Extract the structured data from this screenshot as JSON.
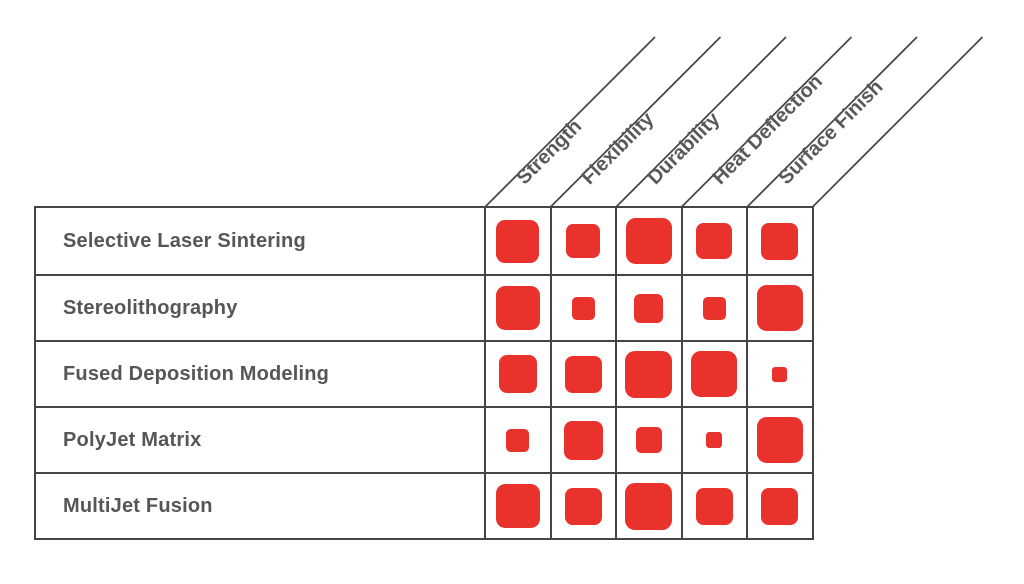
{
  "chart_data": {
    "type": "heatmap",
    "subtype": "size-encoded-matrix",
    "title": "",
    "rows": [
      "Selective Laser Sintering",
      "Stereolithography",
      "Fused Deposition Modeling",
      "PolyJet Matrix",
      "MultiJet Fusion"
    ],
    "columns": [
      "Strength",
      "Flexibility",
      "Durability",
      "Heat Deflection",
      "Surface Finish"
    ],
    "ratings_scale": "1 (smallest square) to 5 (largest square)",
    "ratings": [
      [
        5,
        4,
        5,
        4,
        4
      ],
      [
        5,
        2,
        3,
        2,
        5
      ],
      [
        4,
        4,
        5,
        5,
        1
      ],
      [
        2,
        4,
        2,
        1,
        5
      ],
      [
        5,
        4,
        5,
        4,
        4
      ]
    ],
    "marker_sizes_px": [
      [
        43,
        34,
        46,
        36,
        37
      ],
      [
        44,
        23,
        29,
        23,
        46
      ],
      [
        38,
        37,
        47,
        46,
        15
      ],
      [
        23,
        39,
        26,
        16,
        46
      ],
      [
        44,
        37,
        47,
        37,
        37
      ]
    ],
    "marker_color": "#e9322b",
    "grid_line_color": "#454545",
    "text_color": "#58595b",
    "legend_position": "none",
    "grid": true
  }
}
